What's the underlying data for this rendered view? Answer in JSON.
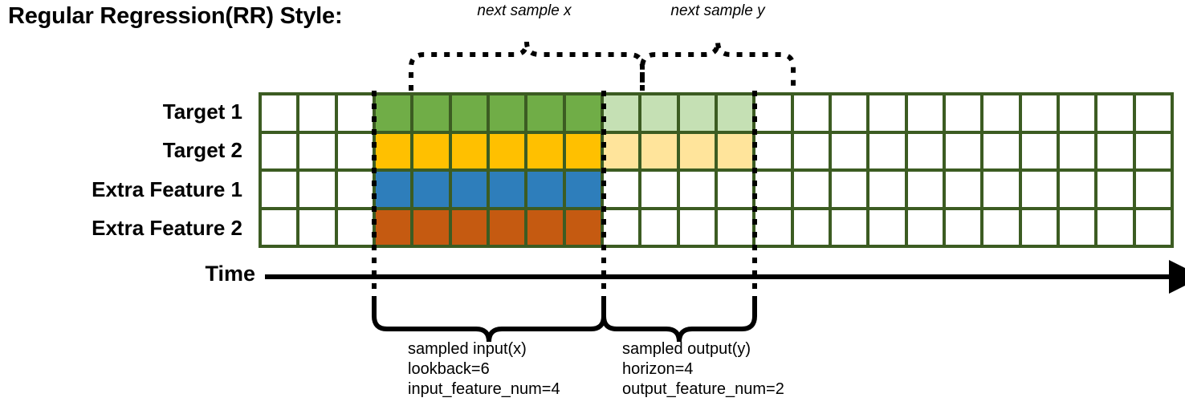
{
  "title": "Regular Regression(RR) Style:",
  "annotations": {
    "next_sample_x": "next sample x",
    "next_sample_y": "next sample y"
  },
  "axis": {
    "time_label": "Time"
  },
  "rows": [
    {
      "label": "Target 1",
      "color": "#70AD47",
      "faded_color": "#C5E0B4"
    },
    {
      "label": "Target 2",
      "color": "#FFC000",
      "faded_color": "#FFE49B"
    },
    {
      "label": "Extra Feature 1",
      "color": "#2E7EBB",
      "faded_color": "#FFFFFF"
    },
    {
      "label": "Extra Feature 2",
      "color": "#C55A11",
      "faded_color": "#FFFFFF"
    }
  ],
  "grid": {
    "columns": 24,
    "lead_blank_columns": 3,
    "input_columns": 6,
    "output_columns": 4,
    "trail_blank_columns": 11,
    "border_color": "#3C5C22",
    "empty_color": "#FFFFFF"
  },
  "captions": {
    "input": {
      "line1": "sampled input(x)",
      "line2": "lookback=6",
      "line3": "input_feature_num=4"
    },
    "output": {
      "line1": "sampled output(y)",
      "line2": "horizon=4",
      "line3": "output_feature_num=2"
    }
  },
  "chart_data": {
    "type": "table",
    "title": "Regular Regression(RR) Style:",
    "categories": [
      "Target 1",
      "Target 2",
      "Extra Feature 1",
      "Extra Feature 2"
    ],
    "series": [
      {
        "name": "Target 1",
        "values": [
          "",
          "",
          "",
          "x",
          "x",
          "x",
          "x",
          "x",
          "x",
          "y",
          "y",
          "y",
          "y",
          "",
          "",
          "",
          "",
          "",
          "",
          "",
          "",
          "",
          "",
          ""
        ]
      },
      {
        "name": "Target 2",
        "values": [
          "",
          "",
          "",
          "x",
          "x",
          "x",
          "x",
          "x",
          "x",
          "y",
          "y",
          "y",
          "y",
          "",
          "",
          "",
          "",
          "",
          "",
          "",
          "",
          "",
          "",
          ""
        ]
      },
      {
        "name": "Extra Feature 1",
        "values": [
          "",
          "",
          "",
          "x",
          "x",
          "x",
          "x",
          "x",
          "x",
          "",
          "",
          "",
          "",
          "",
          "",
          "",
          "",
          "",
          "",
          "",
          "",
          "",
          "",
          ""
        ]
      },
      {
        "name": "Extra Feature 2",
        "values": [
          "",
          "",
          "",
          "x",
          "x",
          "x",
          "x",
          "x",
          "x",
          "",
          "",
          "",
          "",
          "",
          "",
          "",
          "",
          "",
          "",
          "",
          "",
          "",
          "",
          ""
        ]
      }
    ],
    "xlabel": "Time",
    "ylabel": "",
    "legend": [
      "next sample x",
      "next sample y"
    ],
    "grid": true
  }
}
